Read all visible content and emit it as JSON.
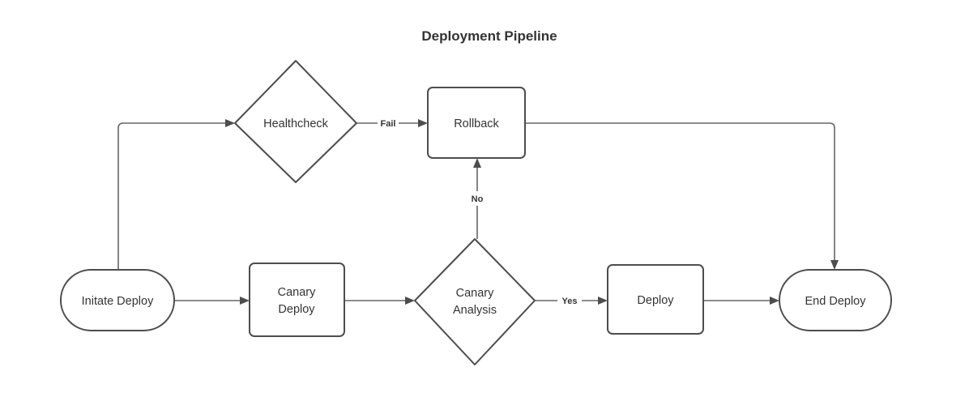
{
  "diagram": {
    "title": "Deployment Pipeline",
    "type": "flowchart",
    "background_color": "#ffffff",
    "node_border_color": "#4d4d4d",
    "edge_color": "#666666",
    "text_color": "#333333",
    "nodes": [
      {
        "id": "initate-deploy",
        "label": "Initate Deploy",
        "shape": "stadium"
      },
      {
        "id": "healthcheck",
        "label": "Healthcheck",
        "shape": "diamond"
      },
      {
        "id": "rollback",
        "label": "Rollback",
        "shape": "rectangle"
      },
      {
        "id": "canary-deploy",
        "label_line1": "Canary",
        "label_line2": "Deploy",
        "shape": "rectangle"
      },
      {
        "id": "canary-analysis",
        "label_line1": "Canary",
        "label_line2": "Analysis",
        "shape": "diamond"
      },
      {
        "id": "deploy",
        "label": "Deploy",
        "shape": "rectangle"
      },
      {
        "id": "end-deploy",
        "label": "End Deploy",
        "shape": "stadium"
      }
    ],
    "edges": [
      {
        "id": "initate-to-healthcheck",
        "from": "initate-deploy",
        "to": "healthcheck",
        "label": ""
      },
      {
        "id": "healthcheck-to-rollback",
        "from": "healthcheck",
        "to": "rollback",
        "label": "Fail"
      },
      {
        "id": "rollback-to-end",
        "from": "rollback",
        "to": "end-deploy",
        "label": ""
      },
      {
        "id": "initate-to-canary-deploy",
        "from": "initate-deploy",
        "to": "canary-deploy",
        "label": ""
      },
      {
        "id": "canary-deploy-to-analysis",
        "from": "canary-deploy",
        "to": "canary-analysis",
        "label": ""
      },
      {
        "id": "analysis-to-rollback",
        "from": "canary-analysis",
        "to": "rollback",
        "label": "No"
      },
      {
        "id": "analysis-to-deploy",
        "from": "canary-analysis",
        "to": "deploy",
        "label": "Yes"
      },
      {
        "id": "deploy-to-end",
        "from": "deploy",
        "to": "end-deploy",
        "label": ""
      }
    ]
  }
}
